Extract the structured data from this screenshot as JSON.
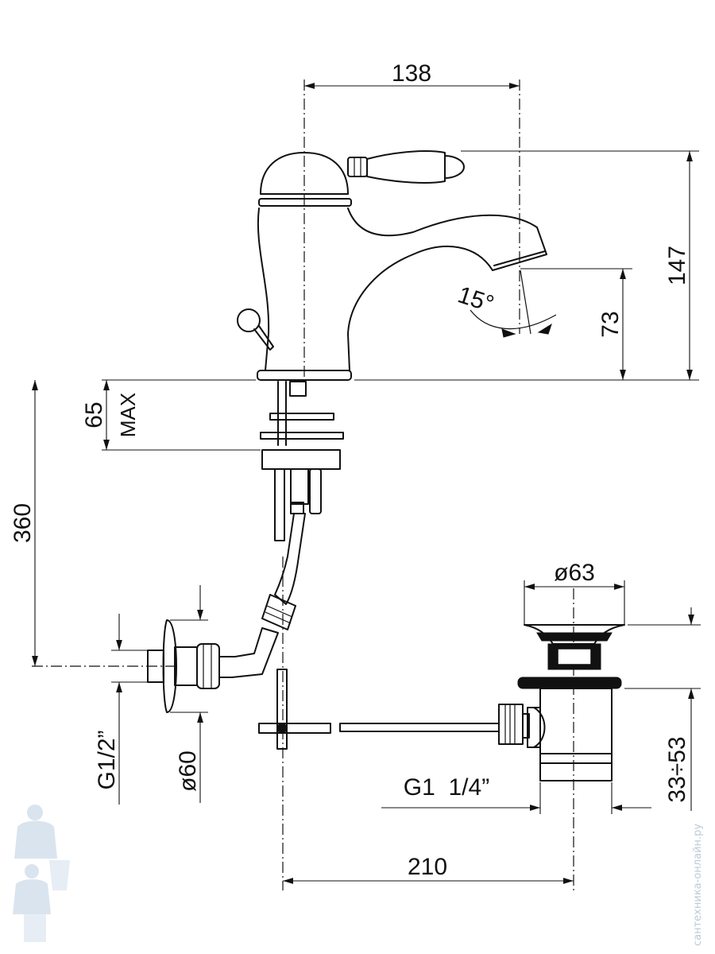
{
  "drawing": {
    "dimensions": {
      "top_width": "138",
      "total_height": "147",
      "spout_height": "73",
      "spout_angle": "15°",
      "max_deck": "65",
      "max_label": "MAX",
      "flex_length": "360",
      "inlet_thread": "G1/2”",
      "rosette_dia": "ø60",
      "waste_dia": "ø63",
      "waste_thread": "G1  1/4”",
      "waste_range": "33÷53",
      "rod_length": "210"
    },
    "watermark": "сантехника-онлайн.ру",
    "colors": {
      "line": "#111111",
      "watermark": "#9fb3c8"
    }
  }
}
